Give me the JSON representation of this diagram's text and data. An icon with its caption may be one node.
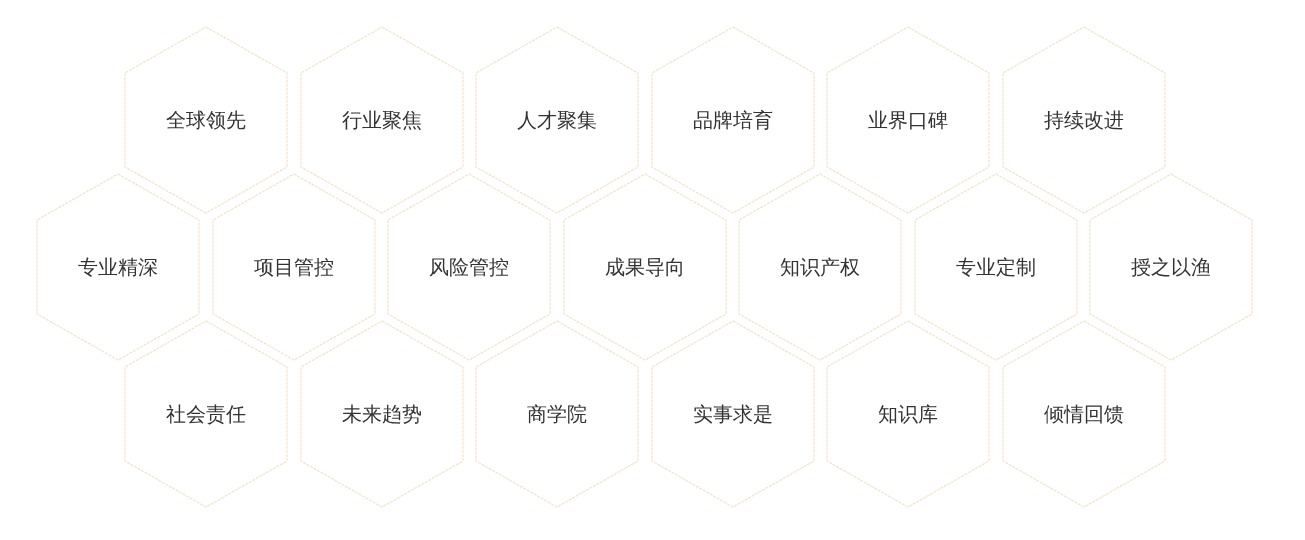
{
  "diagram": {
    "nodes": [
      {
        "text": [
          "全球领先"
        ]
      },
      {
        "text": [
          "行业聚焦"
        ]
      },
      {
        "text": [
          "人才聚集"
        ]
      },
      {
        "text": [
          "品牌培育"
        ]
      },
      {
        "text": [
          "业界口碑"
        ]
      },
      {
        "text": [
          "持续改进"
        ]
      },
      {
        "text": [
          "专业精深"
        ]
      },
      {
        "text": [
          "项目管控"
        ]
      },
      {
        "text": [
          "风险管控"
        ]
      },
      {
        "text": [
          "成果导向"
        ]
      },
      {
        "text": [
          "知识产权"
        ]
      },
      {
        "text": [
          "专业定制"
        ]
      },
      {
        "text": [
          "授之以渔"
        ]
      },
      {
        "text": [
          "社会责任"
        ]
      },
      {
        "text": [
          "未来趋势"
        ]
      },
      {
        "text": [
          "商学院"
        ]
      },
      {
        "text": [
          "实事求是"
        ]
      },
      {
        "text": [
          "知识库"
        ]
      },
      {
        "text": [
          "倾情回馈"
        ]
      }
    ]
  }
}
